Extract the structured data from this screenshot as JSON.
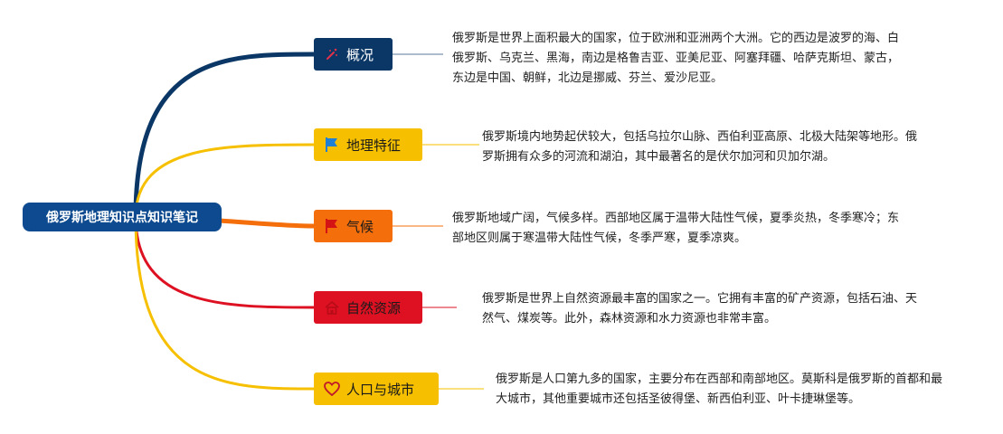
{
  "root": {
    "title": "俄罗斯地理知识点知识笔记",
    "color": "#0d4a8f"
  },
  "branches": [
    {
      "label": "概况",
      "icon": "sparkle-wand-icon",
      "bg": "#0b3766",
      "fg": "#ffffff",
      "line": "#0b3766",
      "description": "俄罗斯是世界上面积最大的国家，位于欧洲和亚洲两个大洲。它的西边是波罗的海、白俄罗斯、乌克兰、黑海，南边是格鲁吉亚、亚美尼亚、阿塞拜疆、哈萨克斯坦、蒙古，东边是中国、朝鲜，北边是挪威、芬兰、爱沙尼亚。"
    },
    {
      "label": "地理特征",
      "icon": "flag-icon",
      "bg": "#f6c000",
      "fg": "#1a1a1a",
      "line": "#f6c000",
      "description": "俄罗斯境内地势起伏较大，包括乌拉尔山脉、西伯利亚高原、北极大陆架等地形。俄罗斯拥有众多的河流和湖泊，其中最著名的是伏尔加河和贝加尔湖。"
    },
    {
      "label": "气候",
      "icon": "flag-icon",
      "bg": "#f46e0b",
      "fg": "#1a1a1a",
      "line": "#f46e0b",
      "description": "俄罗斯地域广阔，气候多样。西部地区属于温带大陆性气候，夏季炎热，冬季寒冷；东部地区则属于寒温带大陆性气候，冬季严寒，夏季凉爽。"
    },
    {
      "label": "自然资源",
      "icon": "home-icon",
      "bg": "#dd1122",
      "fg": "#1a1a1a",
      "line": "#dd1122",
      "description": "俄罗斯是世界上自然资源最丰富的国家之一。它拥有丰富的矿产资源，包括石油、天然气、煤炭等。此外，森林资源和水力资源也非常丰富。"
    },
    {
      "label": "人口与城市",
      "icon": "heart-icon",
      "bg": "#f6c000",
      "fg": "#1a1a1a",
      "line": "#f6c000",
      "description": "俄罗斯是人口第九多的国家，主要分布在西部和南部地区。莫斯科是俄罗斯的首都和最大城市，其他重要城市还包括圣彼得堡、新西伯利亚、叶卡捷琳堡等。"
    }
  ]
}
